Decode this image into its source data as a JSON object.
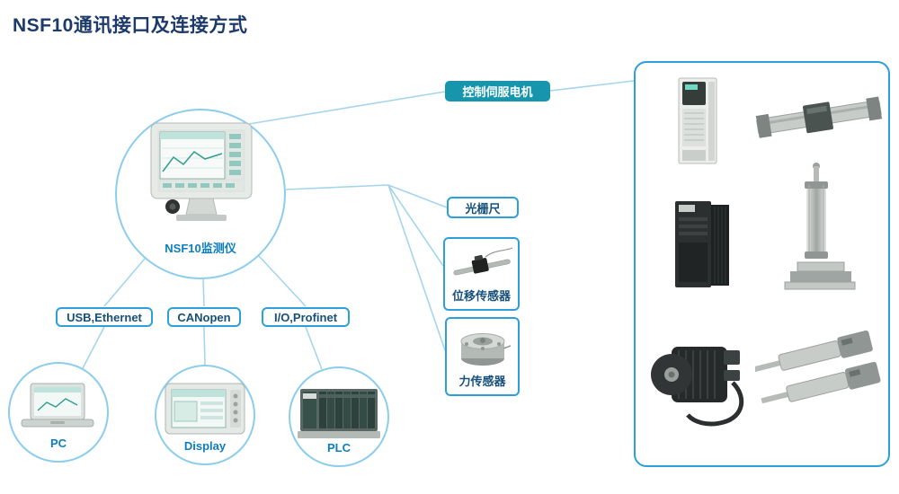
{
  "title": "NSF10通讯接口及连接方式",
  "colors": {
    "title_text": "#1c3a6a",
    "box_border": "#2da0d9",
    "box_text": "#17507a",
    "circle_border": "#8ccdec",
    "node_label": "#0d7ebc",
    "line_color": "#a5d5ee",
    "servo_bg": "#1695ac",
    "servo_text": "#ffffff"
  },
  "device": {
    "label": "NSF10监测仪",
    "image": "nsf10-touch-monitor"
  },
  "interfaces": [
    {
      "label": "USB,Ethernet",
      "connects_to": "PC"
    },
    {
      "label": "CANopen",
      "connects_to": "Display"
    },
    {
      "label": "I/O,Profinet",
      "connects_to": "PLC"
    }
  ],
  "endpoints": [
    {
      "label": "PC",
      "image": "laptop"
    },
    {
      "label": "Display",
      "image": "hmi-panel-display"
    },
    {
      "label": "PLC",
      "image": "plc-module-rack"
    }
  ],
  "servo_branch": {
    "label": "控制伺服电机",
    "products": [
      "servo-drive-white",
      "linear-actuator-module",
      "servo-drive-black",
      "pneumatic-cylinder",
      "servo-motor",
      "electric-cylinders"
    ]
  },
  "sensors": [
    {
      "label": "光栅尺"
    },
    {
      "label": "位移传感器",
      "image": "displacement-sensor"
    },
    {
      "label": "力传感器",
      "image": "load-cell"
    }
  ]
}
